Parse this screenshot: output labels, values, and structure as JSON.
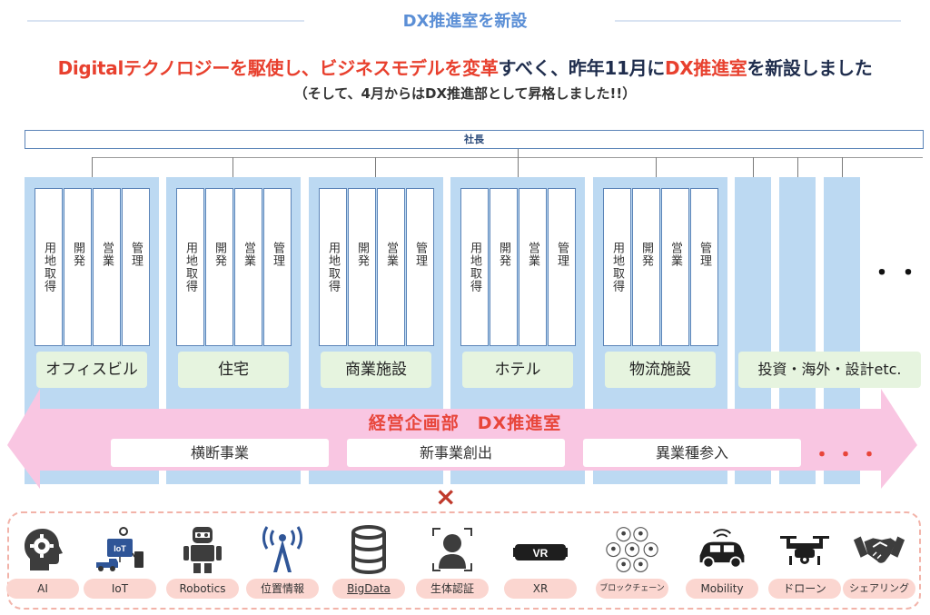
{
  "title": "DX推進室を新設",
  "headline": {
    "red1": "Digitalテクノロジーを駆使し、ビジネスモデルを変革",
    "mid": "すべく、昨年11月に",
    "red2": "DX推進室",
    "end": "を新設しました"
  },
  "subline": "（そして、4月からはDX推進部として昇格しました!!）",
  "president": "社長",
  "functions": [
    "用地取得",
    "開発",
    "営業",
    "管理"
  ],
  "departments": [
    "オフィスビル",
    "住宅",
    "商業施設",
    "ホテル",
    "物流施設"
  ],
  "other_departments": "投資・海外・設計etc.",
  "more_dots": "・・・",
  "arrow": {
    "title": "経営企画部　DX推進室",
    "items": [
      "横断事業",
      "新事業創出",
      "異業種参入"
    ],
    "more": "・・・"
  },
  "cross": "×",
  "technologies": [
    {
      "label": "AI",
      "icon": "ai-head-icon"
    },
    {
      "label": "IoT",
      "icon": "iot-icon"
    },
    {
      "label": "Robotics",
      "icon": "robot-icon"
    },
    {
      "label": "位置情報",
      "icon": "location-tower-icon"
    },
    {
      "label": "BigData",
      "icon": "database-icon"
    },
    {
      "label": "生体認証",
      "icon": "face-recognition-icon"
    },
    {
      "label": "XR",
      "icon": "vr-goggles-icon"
    },
    {
      "label": "ブロックチェーン",
      "icon": "blockchain-icon"
    },
    {
      "label": "Mobility",
      "icon": "car-icon"
    },
    {
      "label": "ドローン",
      "icon": "drone-icon"
    },
    {
      "label": "シェアリング",
      "icon": "handshake-icon"
    }
  ],
  "colors": {
    "title_blue": "#5b8fd6",
    "accent_red": "#e8402e",
    "dept_blue": "#bcd9f2",
    "label_green": "#e6f4df",
    "arrow_pink": "#f9c6e2",
    "tech_pill": "#fbd6d0"
  }
}
